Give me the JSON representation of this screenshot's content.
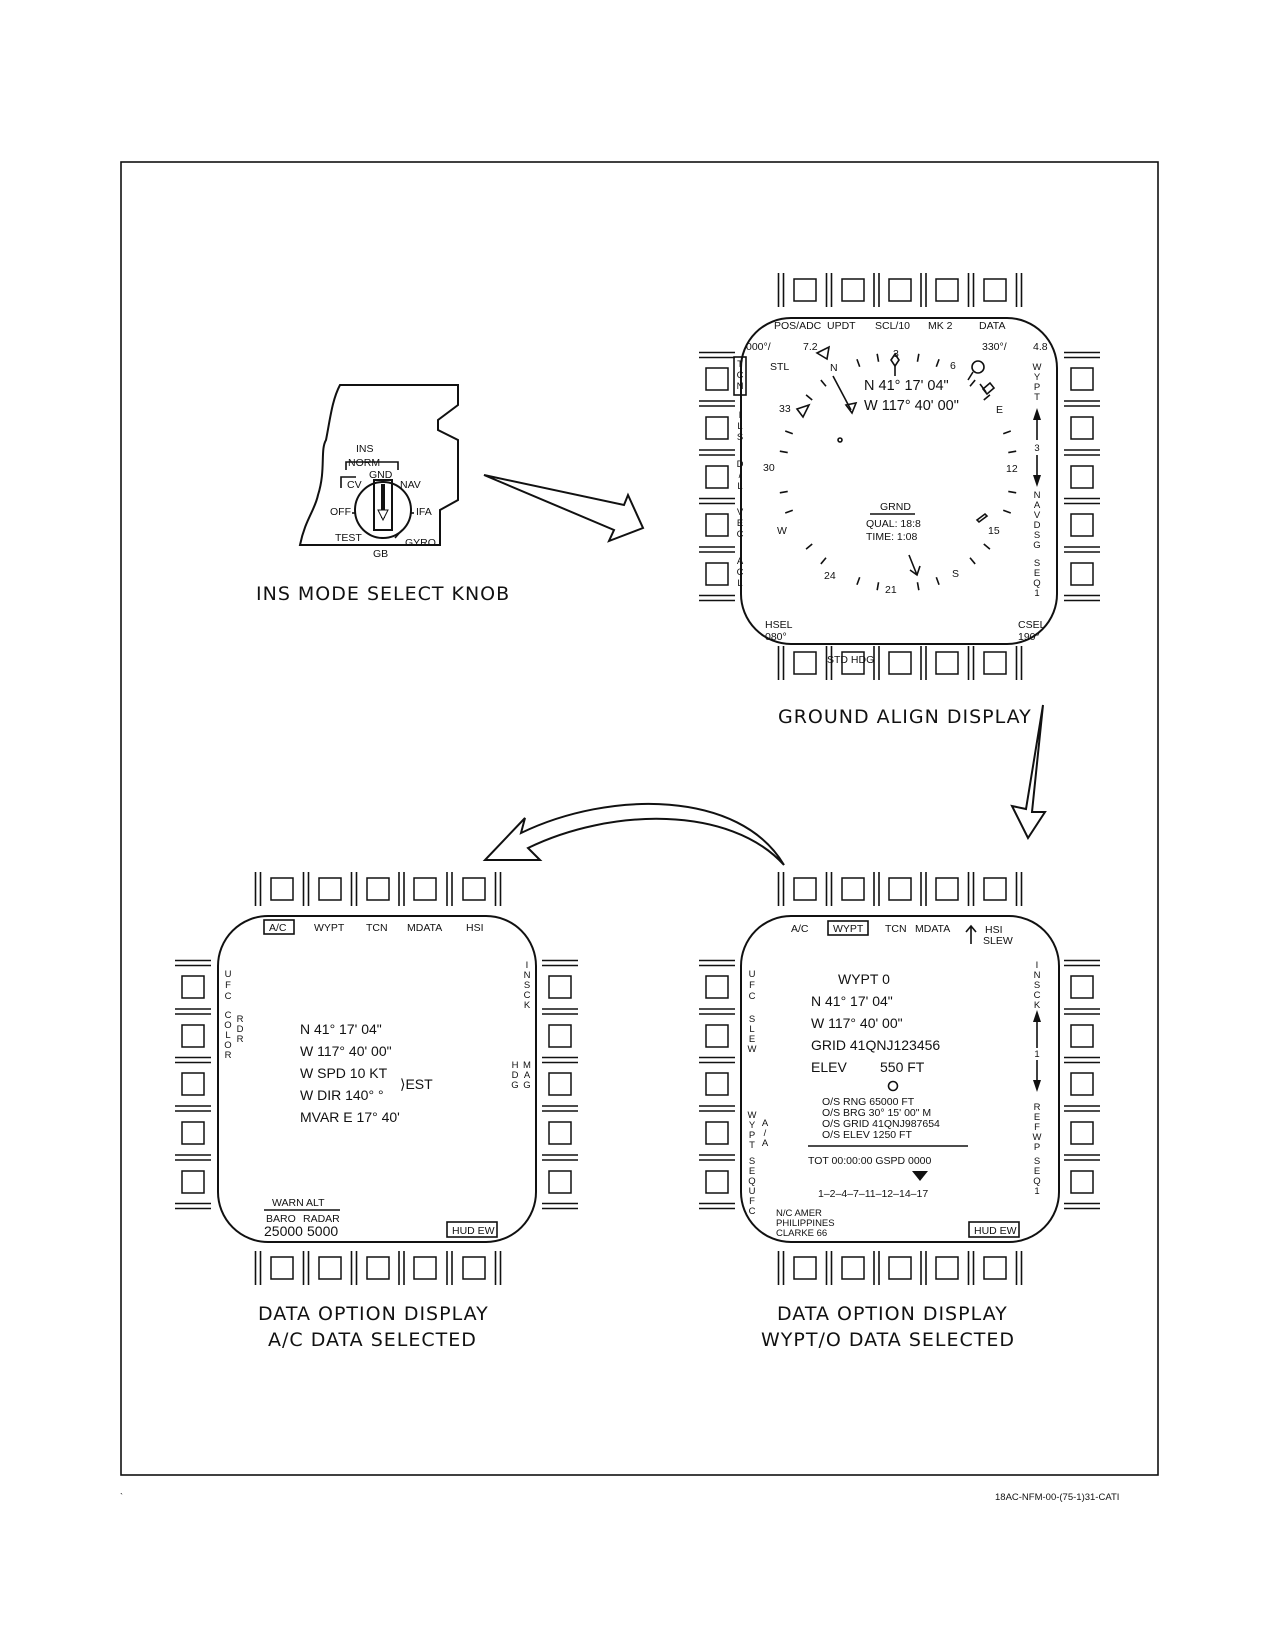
{
  "footer_id": "18AC-NFM-00-(75-1)31-CATI",
  "knob": {
    "caption": "INS MODE SELECT KNOB",
    "labels": {
      "ins": "INS",
      "norm": "NORM",
      "gnd": "GND",
      "cv": "CV",
      "nav": "NAV",
      "off": "OFF",
      "ifa": "IFA",
      "test": "TEST",
      "gyro": "GYRO",
      "gb": "GB"
    }
  },
  "ground_align": {
    "caption": "GROUND ALIGN DISPLAY",
    "top_buttons": [
      "POS/ADC",
      "UPDT",
      "SCL/10",
      "MK 2",
      "DATA"
    ],
    "left_vert": [
      "TCN",
      "ILS",
      "D/L",
      "VEC",
      "ACL"
    ],
    "right_vert": [
      "WYPT",
      "3",
      "NAVDSG",
      "SEQ1"
    ],
    "corner_tl": "000°/",
    "corner_tl2": "7.2",
    "corner_tr": "330°/",
    "corner_tr2": "4.8",
    "stl": "STL",
    "lat": "N 41° 17' 04\"",
    "lon": "W 117° 40' 00\"",
    "compass": [
      "N",
      "3",
      "6",
      "E",
      "12",
      "15",
      "S",
      "21",
      "24",
      "W",
      "30",
      "33"
    ],
    "status_title": "GRND",
    "qual": "QUAL: 18:8",
    "time": "TIME: 1:08",
    "hsel_label": "HSEL",
    "hsel_value": "080°",
    "csel_label": "CSEL",
    "csel_value": "190°",
    "bottom_label": "STD HDG"
  },
  "ac_display": {
    "caption_1": "DATA OPTION DISPLAY",
    "caption_2": "A/C DATA SELECTED",
    "top_buttons": [
      "A/C",
      "WYPT",
      "TCN",
      "MDATA",
      "HSI"
    ],
    "left_vert": [
      "UFC",
      "COLOR",
      "RDR"
    ],
    "right_vert": [
      "INSCK",
      "HDG",
      "MAG"
    ],
    "lines": [
      "N  41° 17' 04\"",
      "W 117° 40' 00\"",
      "W SPD  10  KT",
      "W DIR 140°  °",
      "MVAR E 17° 40'"
    ],
    "est": "EST",
    "warn_alt": "WARN ALT",
    "baro": "BARO",
    "radar": "RADAR",
    "baro_value": "25000",
    "radar_value": "5000",
    "hud_ew": "HUD EW"
  },
  "wypt_display": {
    "caption_1": "DATA OPTION DISPLAY",
    "caption_2": "WYPT/O DATA SELECTED",
    "top_buttons": [
      "A/C",
      "WYPT",
      "TCN",
      "MDATA"
    ],
    "hsi_slew": [
      "HSI",
      "SLEW"
    ],
    "left_vert": [
      "UFC",
      "SLEW",
      "WYPT",
      "A/A",
      "SEQUFC"
    ],
    "right_vert": [
      "INSCK",
      "1",
      "REFWP",
      "SEQ1"
    ],
    "title": "WYPT 0",
    "lat": "N     41°    17'    04\"",
    "lon": "W    117°    40'    00\"",
    "grid": "GRID  41QNJ123456",
    "elev_label": "ELEV",
    "elev_value": "550 FT",
    "os_lines": [
      "O/S RNG  65000 FT",
      "O/S BRG  30° 15' 00\" M",
      "O/S GRID 41QNJ987654",
      "O/S ELEV 1250 FT"
    ],
    "tot": "TOT 00:00:00   GSPD 0000",
    "sequence": "1–2–4–7–11–12–14–17",
    "datum": [
      "N/C AMER",
      "PHILIPPINES",
      "CLARKE 66"
    ],
    "hud_ew": "HUD EW"
  }
}
